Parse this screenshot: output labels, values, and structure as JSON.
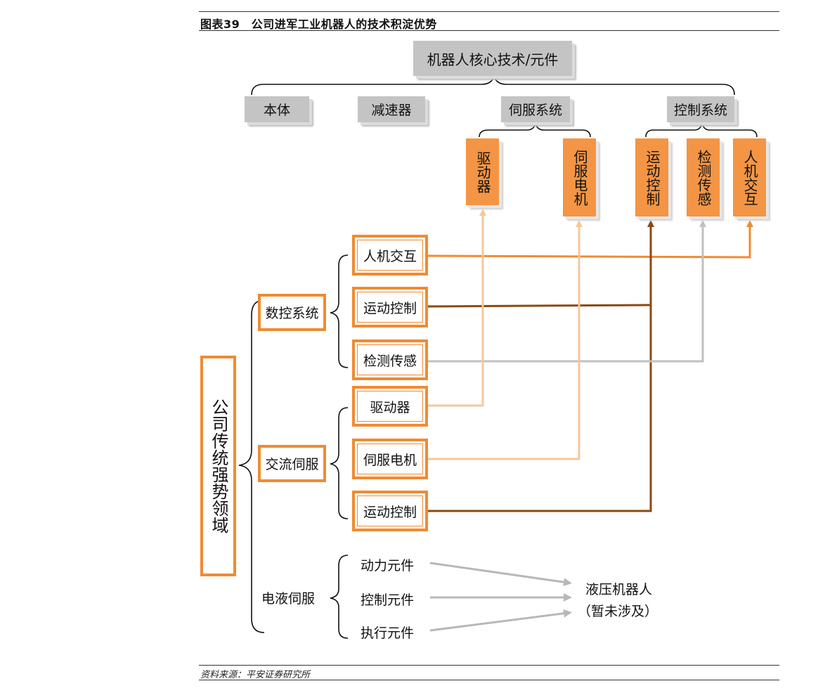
{
  "figure": {
    "title": "图表39　公司进军工业机器人的技术积淀优势",
    "source": "资料来源：平安证券研究所"
  },
  "robot_tech": {
    "root": "机器人核心技术/元件",
    "categories": [
      "本体",
      "减速器",
      "伺服系统",
      "控制系统"
    ],
    "servo_children": [
      "驱动器",
      "伺服电机"
    ],
    "control_children": [
      "运动控制",
      "检测传感",
      "人机交互"
    ]
  },
  "company": {
    "root": "公司传统强势领域",
    "groups": [
      {
        "label": "数控系统",
        "items": [
          "人机交互",
          "运动控制",
          "检测传感"
        ]
      },
      {
        "label": "交流伺服",
        "items": [
          "驱动器",
          "伺服电机",
          "运动控制"
        ]
      },
      {
        "label": "电液伺服",
        "items": [
          "动力元件",
          "控制元件",
          "执行元件"
        ]
      }
    ]
  },
  "hydraulic": {
    "target_line1": "液压机器人",
    "target_line2": "（暂未涉及）"
  },
  "colors": {
    "orange": "#f08b32",
    "orange_fill": "#f39544",
    "light_orange": "#f6c79b",
    "dark_brown": "#8a4a12",
    "grey_box": "#c4c4c4",
    "grey_line": "#c0c0c0"
  }
}
